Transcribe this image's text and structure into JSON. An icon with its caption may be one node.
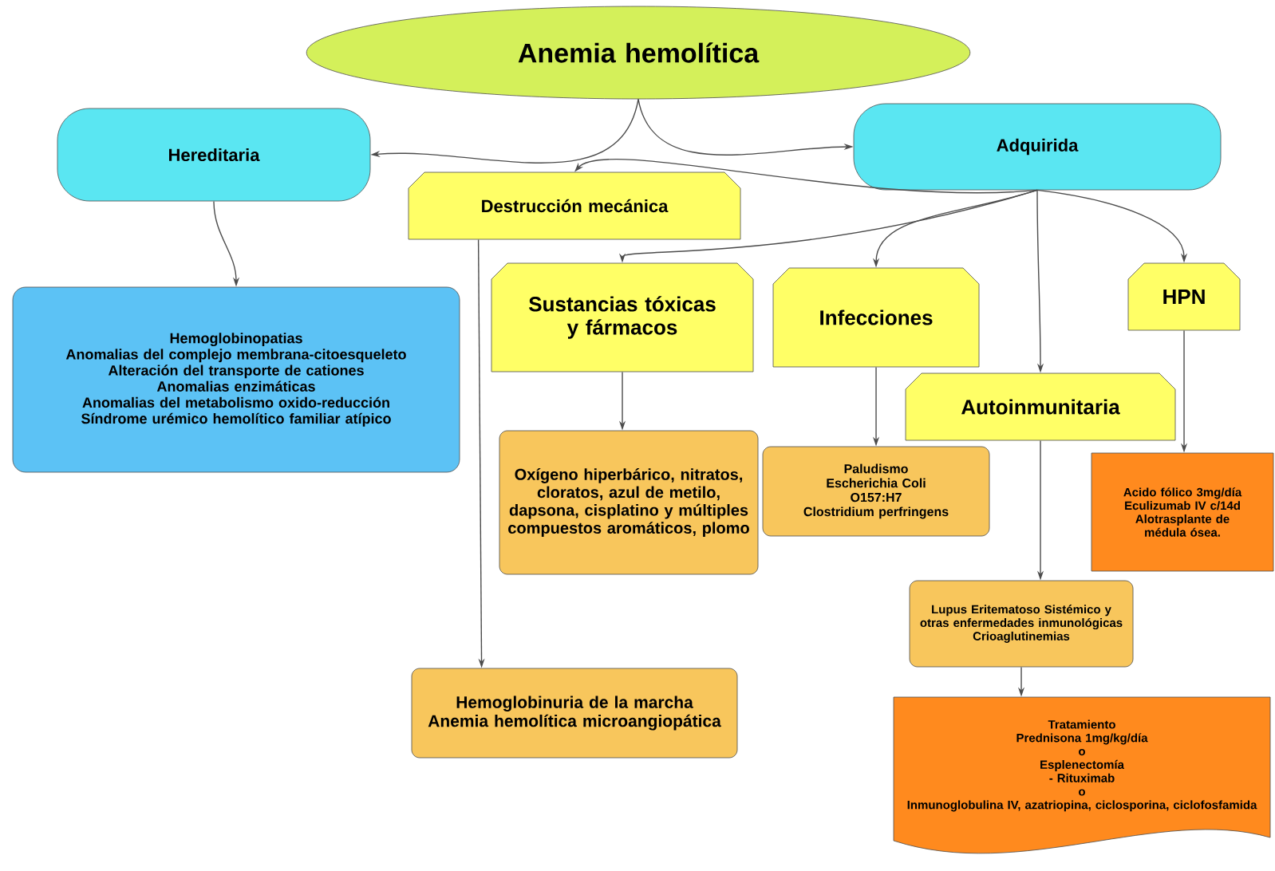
{
  "diagram": {
    "nodes": [
      {
        "text": [
          "Anemia hemolítica"
        ]
      },
      {
        "text": [
          "Hereditaria"
        ]
      },
      {
        "text": [
          "Adquirida"
        ]
      },
      {
        "text": [
          "Destrucción mecánica"
        ]
      },
      {
        "text": [
          "Hemoglobinopatias",
          "Anomalias del complejo membrana-citoesqueleto",
          "Alteración del transporte de cationes",
          "Anomalias enzimáticas",
          "Anomalias del metabolismo oxido-reducción",
          "Síndrome urémico hemolítico familiar atípico"
        ]
      },
      {
        "text": [
          "Sustancias tóxicas y fármacos"
        ]
      },
      {
        "text": [
          "Infecciones"
        ]
      },
      {
        "text": [
          "HPN"
        ]
      },
      {
        "text": [
          "Autoinmunitaria"
        ]
      },
      {
        "text": [
          "Oxígeno hiperbárico, nitratos, cloratos, azul de metilo, dapsona, cisplatino y múltiples compuestos aromáticos, plomo"
        ]
      },
      {
        "text": [
          "Paludismo",
          "Escherichia Coli",
          "O157:H7",
          "Clostridium perfringens"
        ]
      },
      {
        "text": [
          "Acido fólico 3mg/día",
          "Eculizumab IV c/14d",
          "Alotrasplante de médula ósea."
        ]
      },
      {
        "text": [
          "Lupus Eritematoso Sistémico y otras enfermedades inmunológicas",
          "Crioaglutinemias"
        ]
      },
      {
        "text": [
          "Hemoglobinuria de la marcha",
          "Anemia hemolítica microangiopática"
        ]
      },
      {
        "text": [
          "Tratamiento",
          "Prednisona 1mg/kg/día",
          "o",
          "Esplenectomía",
          "- Rituximab",
          "o",
          "Inmunoglobulina IV, azatriopina, ciclosporina, ciclofosfamida"
        ]
      }
    ],
    "edges": [
      {
        "from": 0,
        "to": 1,
        "arrow": "to"
      },
      {
        "from": 0,
        "to": 2,
        "arrow": "to"
      },
      {
        "from": 1,
        "to": 4,
        "arrow": "to"
      },
      {
        "from": 2,
        "to": 3,
        "arrow": "to"
      },
      {
        "from": 2,
        "to": 5,
        "arrow": "to"
      },
      {
        "from": 2,
        "to": 6,
        "arrow": "to"
      },
      {
        "from": 2,
        "to": 8,
        "arrow": "to"
      },
      {
        "from": 2,
        "to": 7,
        "arrow": "to"
      },
      {
        "from": 5,
        "to": 9,
        "arrow": "to"
      },
      {
        "from": 3,
        "to": 13,
        "arrow": "to"
      },
      {
        "from": 6,
        "to": 10,
        "arrow": "to"
      },
      {
        "from": 8,
        "to": 12,
        "arrow": "to"
      },
      {
        "from": 12,
        "to": 14,
        "arrow": "to"
      },
      {
        "from": 7,
        "to": 11,
        "arrow": "to"
      }
    ]
  }
}
